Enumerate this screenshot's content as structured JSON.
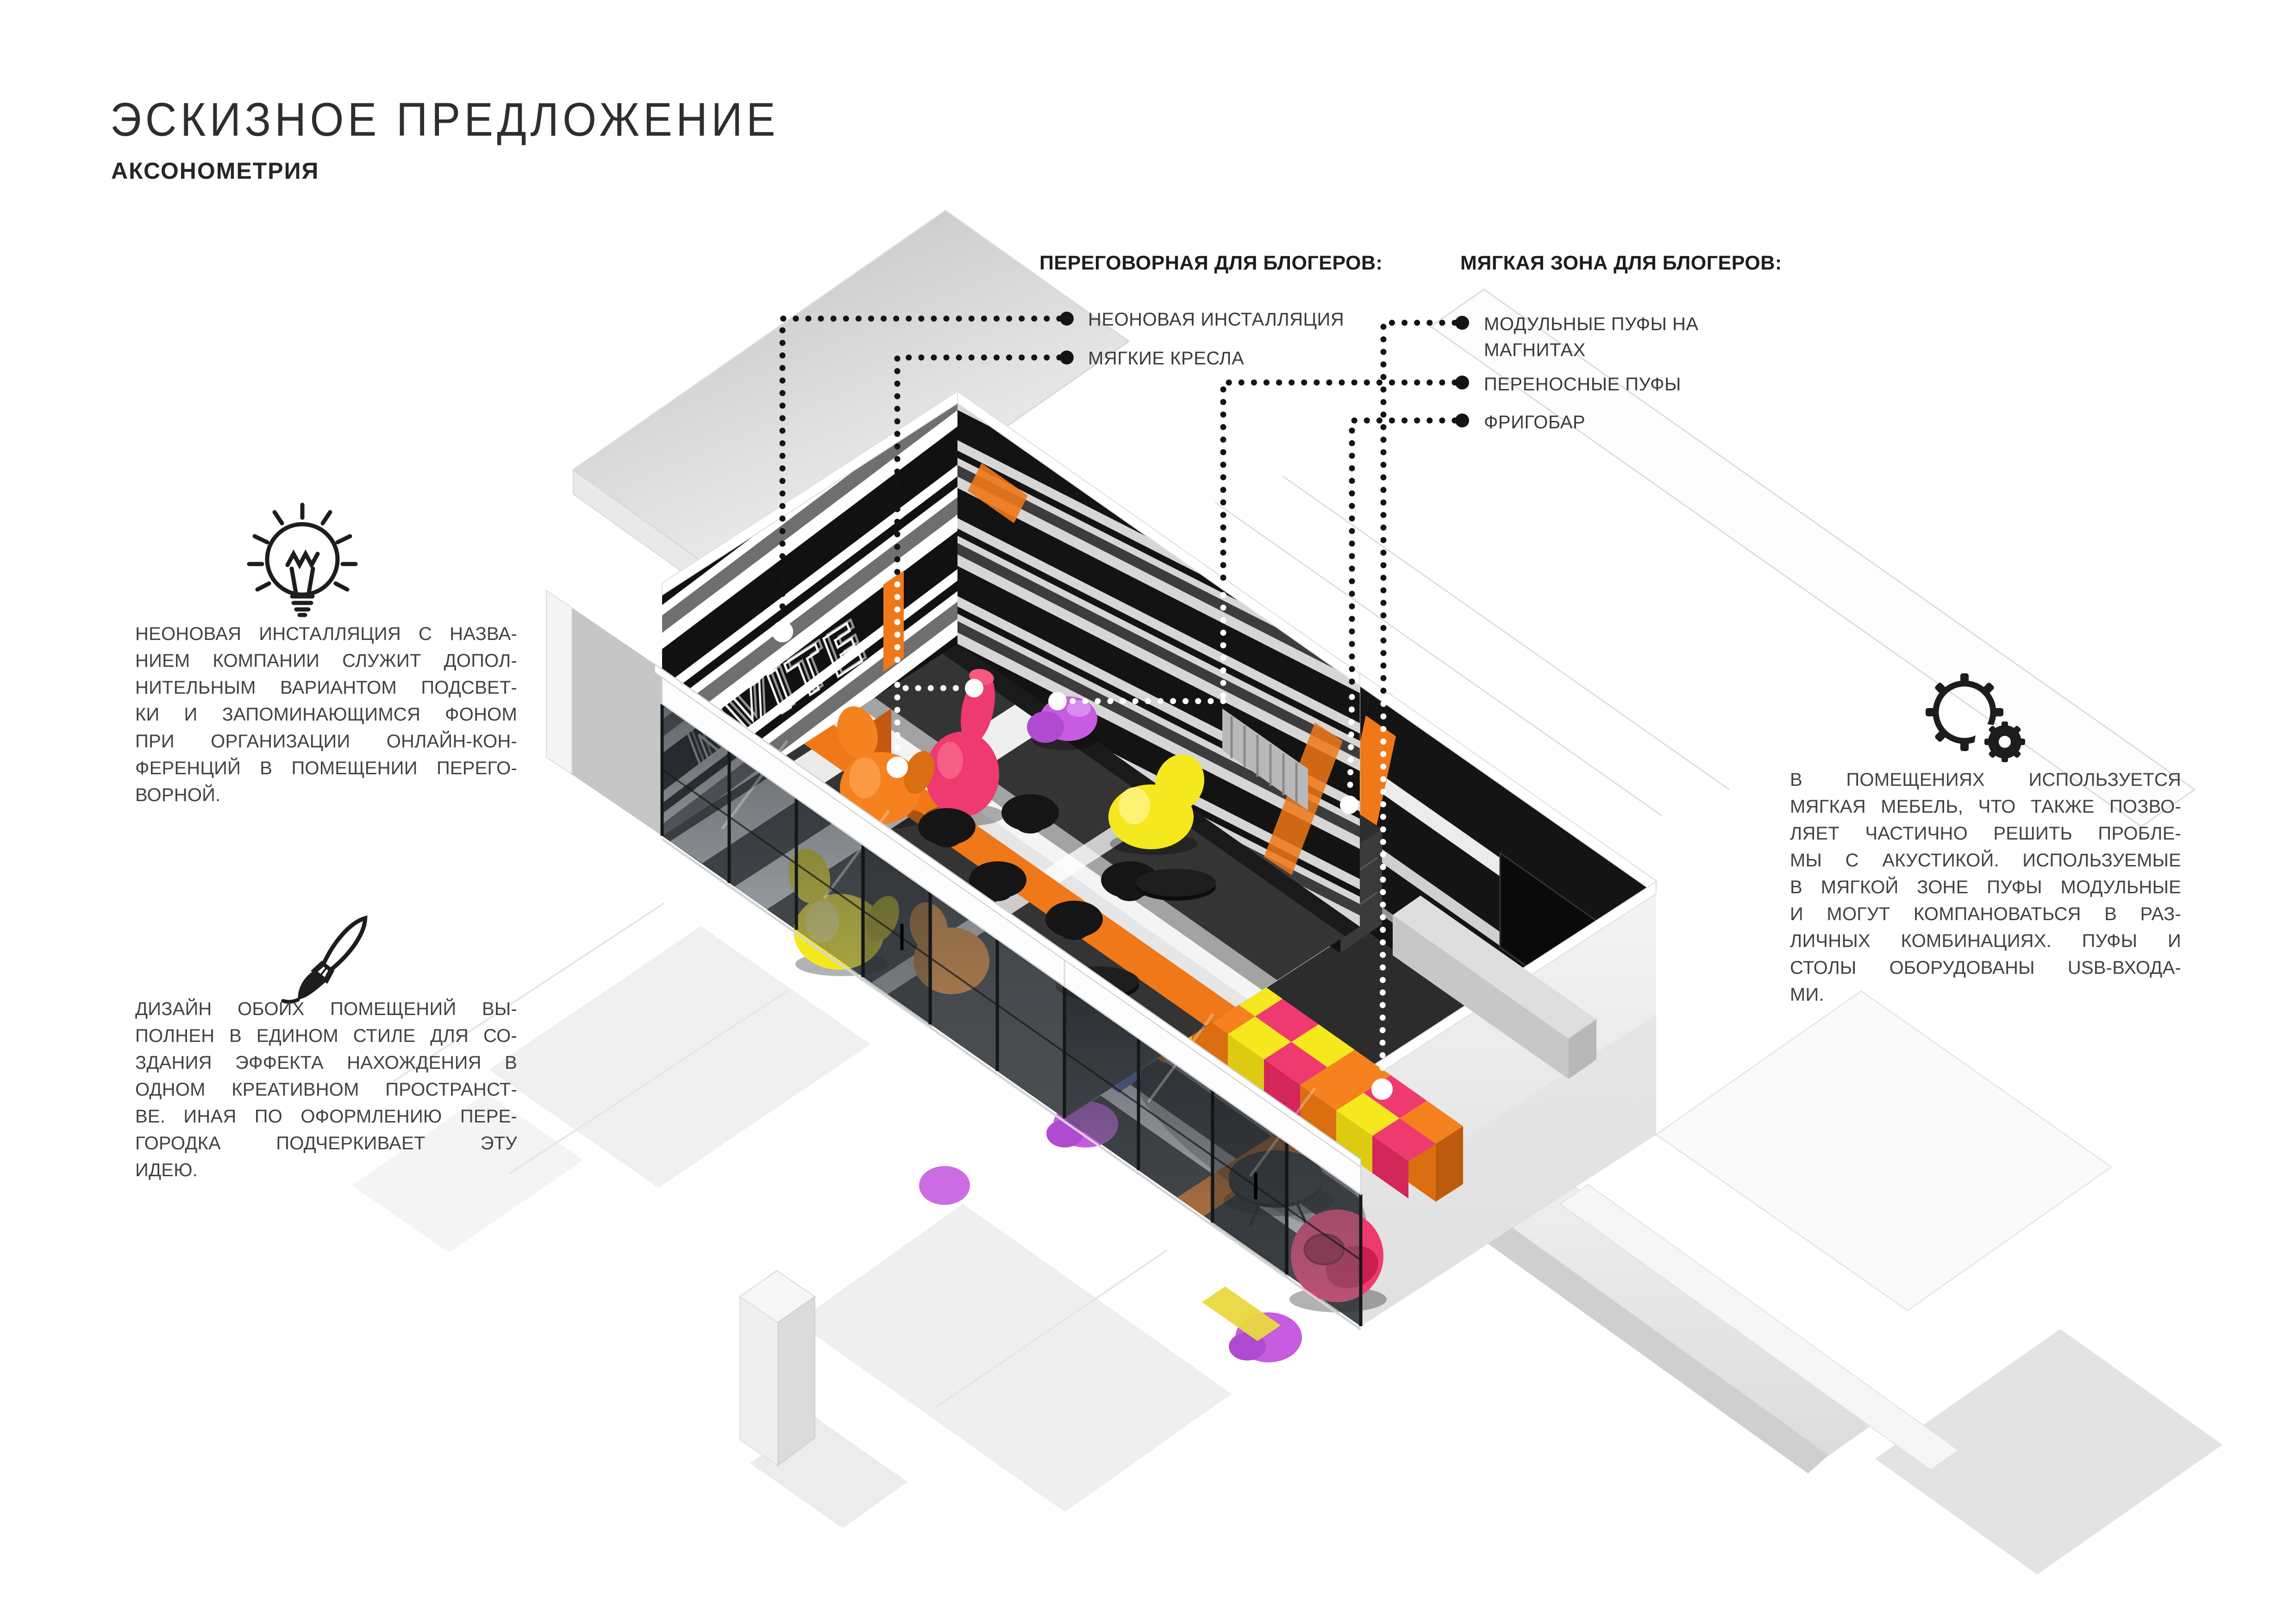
{
  "page": {
    "title": "ЭСКИЗНОЕ ПРЕДЛОЖЕНИЕ",
    "subtitle": "АКСОНОМЕТРИЯ"
  },
  "legend_meeting": {
    "title": "ПЕРЕГОВОРНАЯ ДЛЯ БЛОГЕРОВ:",
    "items": [
      "НЕОНОВАЯ ИНСТАЛЛЯЦИЯ",
      "МЯГКИЕ КРЕСЛА"
    ]
  },
  "legend_soft": {
    "title": "МЯГКАЯ ЗОНА ДЛЯ БЛОГЕРОВ:",
    "items": [
      "МОДУЛЬНЫЕ ПУФЫ НА МАГНИТАХ",
      "ПЕРЕНОСНЫЕ ПУФЫ",
      "ФРИГОБАР"
    ]
  },
  "notes": [
    {
      "icon": "lightbulb-icon",
      "lines": [
        "НЕОНОВАЯ ИНСТАЛЛЯЦИЯ С НАЗВА-",
        "НИЕМ КОМПАНИИ СЛУЖИТ ДОПОЛ-",
        "НИТЕЛЬНЫМ ВАРИАНТОМ ПОДСВЕТ-",
        "КИ И ЗАПОМИНАЮЩИМСЯ ФОНОМ",
        "ПРИ ОРГАНИЗАЦИИ ОНЛАЙН-КОН-",
        "ФЕРЕНЦИЙ В ПОМЕЩЕНИИ ПЕРЕГО-",
        "ВОРНОЙ."
      ]
    },
    {
      "icon": "paintbrush-icon",
      "lines": [
        "ДИЗАЙН ОБОИХ ПОМЕЩЕНИЙ ВЫ-",
        "ПОЛНЕН В ЕДИНОМ СТИЛЕ ДЛЯ СО-",
        "ЗДАНИЯ ЭФФЕКТА НАХОЖДЕНИЯ В",
        "ОДНОМ КРЕАТИВНОМ ПРОСТРАНСТ-",
        "ВЕ. ИНАЯ ПО ОФОРМЛЕНИЮ ПЕРЕ-",
        "ГОРОДКА ПОДЧЕРКИВАЕТ ЭТУ",
        "ИДЕЮ."
      ]
    },
    {
      "icon": "gears-icon",
      "lines": [
        "В ПОМЕЩЕНИЯХ ИСПОЛЬЗУЕТСЯ",
        "МЯГКАЯ МЕБЕЛЬ, ЧТО ТАКЖЕ ПОЗВО-",
        "ЛЯЕТ ЧАСТИЧНО РЕШИТЬ ПРОБЛЕ-",
        "МЫ С АКУСТИКОЙ. ИСПОЛЬЗУЕМЫЕ",
        "В МЯГКОЙ ЗОНЕ ПУФЫ МОДУЛЬНЫЕ",
        "И МОГУТ КОМПАНОВАТЬСЯ В РАЗ-",
        "ЛИЧНЫХ КОМБИНАЦИЯХ. ПУФЫ И",
        "СТОЛЫ ОБОРУДОВАНЫ USB-ВХОДА-",
        "МИ."
      ]
    }
  ],
  "palette": {
    "accent_orange": "#F07818",
    "furn_orange": "#F5821F",
    "furn_yellow": "#F6E81E",
    "furn_pink": "#EE3A6E",
    "furn_purple": "#C75CE0",
    "furn_blue": "#7A8BD8",
    "wall_black": "#141414",
    "floor_dark": "#343434",
    "bench_gray": "#DEDEDE",
    "ink": "#1d1d1d"
  }
}
